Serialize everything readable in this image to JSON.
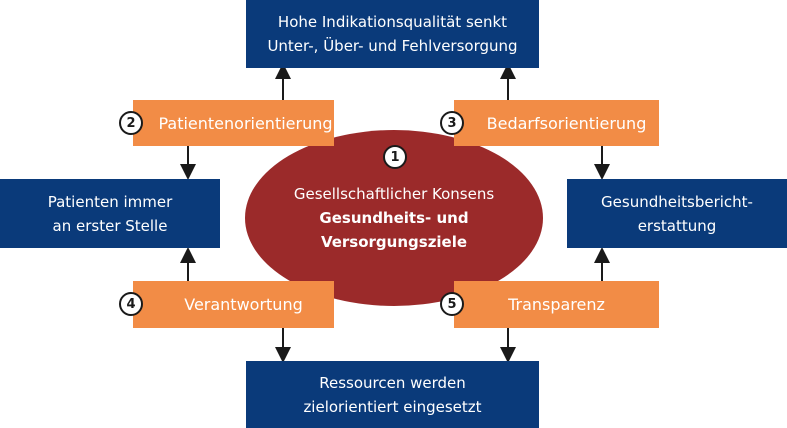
{
  "top_box": {
    "line1": "Hohe Indikationsqualität senkt",
    "line2": "Unter-, Über- und Fehlversorgung"
  },
  "bottom_box": {
    "line1": "Ressourcen werden",
    "line2": "zielorientiert eingesetzt"
  },
  "left_box": {
    "line1": "Patienten immer",
    "line2": "an erster Stelle"
  },
  "right_box": {
    "line1": "Gesundheitsbericht-",
    "line2": "erstattung"
  },
  "center": {
    "number": "1",
    "line1": "Gesellschaftlicher Konsens",
    "line2": "Gesundheits- und Versorgungsziele"
  },
  "orange_boxes": [
    {
      "number": "2",
      "label": "Patientenorientierung"
    },
    {
      "number": "3",
      "label": "Bedarfsorientierung"
    },
    {
      "number": "4",
      "label": "Verantwortung"
    },
    {
      "number": "5",
      "label": "Transparenz"
    }
  ],
  "colors": {
    "navy": "#0a3a7a",
    "orange": "#f28c46",
    "center": "#9b2a2a"
  }
}
